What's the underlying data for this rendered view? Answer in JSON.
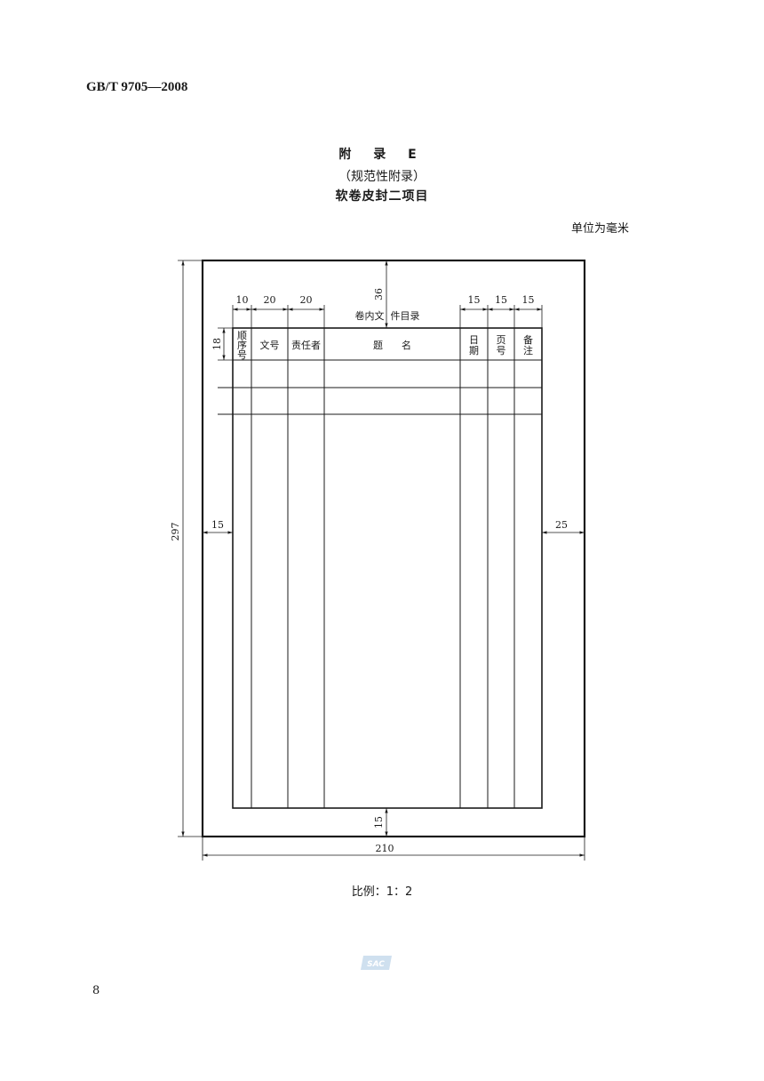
{
  "header": {
    "standard_code": "GB/T 9705—2008"
  },
  "appendix": {
    "title": "附 录 E",
    "subtitle": "（规范性附录）",
    "name": "软卷皮封二项目",
    "unit_note": "单位为毫米"
  },
  "drawing": {
    "dim_height": "297",
    "dim_width": "210",
    "dim_top": "36",
    "dim_bottom": "15",
    "dim_left": "15",
    "dim_right": "25",
    "dim_header_row": "18",
    "col_widths": [
      "10",
      "20",
      "20",
      "15",
      "15",
      "15"
    ],
    "table_title": "卷内文  件目录",
    "columns": [
      {
        "line1": "顺",
        "line2": "序",
        "line3": "号"
      },
      {
        "line1": "文号"
      },
      {
        "line1": "责任者"
      },
      {
        "line1": "题      名"
      },
      {
        "line1": "日",
        "line2": "期"
      },
      {
        "line1": "页",
        "line2": "号"
      },
      {
        "line1": "备",
        "line2": "注"
      }
    ]
  },
  "footer": {
    "scale_note": "比例：1：2",
    "page_number": "8",
    "logo_text": "SAC"
  }
}
